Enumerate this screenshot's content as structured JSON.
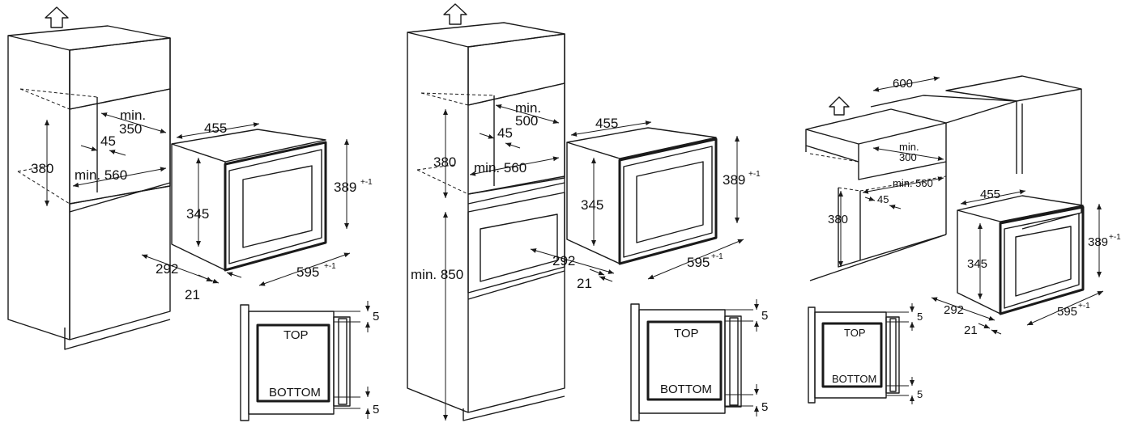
{
  "diagram_1": {
    "labels": {
      "min_350_a": "min.",
      "min_350_b": "350",
      "d45": "45",
      "d380": "380",
      "min560": "min. 560",
      "w455": "455",
      "h345": "345",
      "h389": "389",
      "tol389": "+-1",
      "d292": "292",
      "d21": "21",
      "w595": "595",
      "tol595": "+-1"
    },
    "detail": {
      "top": "TOP",
      "bottom": "BOTTOM",
      "gap_top": "5",
      "gap_bottom": "5"
    }
  },
  "diagram_2": {
    "labels": {
      "min_500_a": "min.",
      "min_500_b": "500",
      "d45": "45",
      "d380": "380",
      "min560": "min. 560",
      "min850": "min. 850",
      "w455": "455",
      "h345": "345",
      "h389": "389",
      "tol389": "+-1",
      "d292": "292",
      "d21": "21",
      "w595": "595",
      "tol595": "+-1"
    },
    "detail": {
      "top": "TOP",
      "bottom": "BOTTOM",
      "gap_top": "5",
      "gap_bottom": "5"
    }
  },
  "diagram_3": {
    "labels": {
      "w600": "600",
      "min300_a": "min.",
      "min300_b": "300",
      "min560": "min. 560",
      "d45": "45",
      "d380": "380",
      "w455": "455",
      "h345": "345",
      "h389": "389",
      "tol389": "+-1",
      "d292": "292",
      "d21": "21",
      "w595": "595",
      "tol595": "+-1"
    },
    "detail": {
      "top": "TOP",
      "bottom": "BOTTOM",
      "gap_top": "5",
      "gap_bottom": "5"
    }
  }
}
